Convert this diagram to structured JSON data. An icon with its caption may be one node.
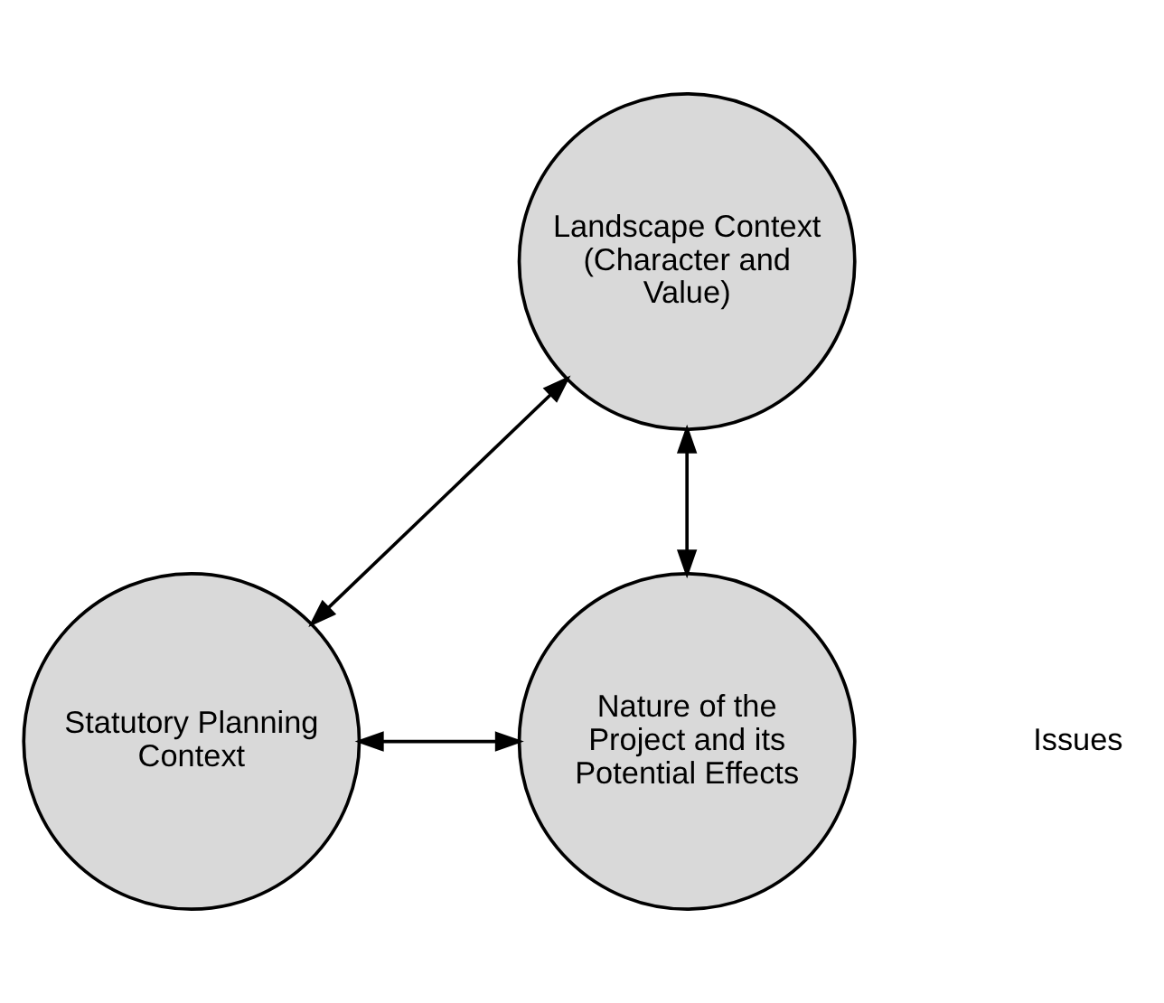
{
  "diagram": {
    "nodes": [
      {
        "text": [
          "Landscape Context (Character and Value)"
        ]
      },
      {
        "text": [
          "Statutory Planning Context"
        ]
      },
      {
        "text": [
          "Nature of the Project and its Potential Effects"
        ]
      }
    ],
    "edges": [
      {
        "from": 0,
        "to": 1,
        "arrow": "both"
      },
      {
        "from": 0,
        "to": 2,
        "arrow": "both"
      },
      {
        "from": 1,
        "to": 2,
        "arrow": "both"
      }
    ],
    "labels": [
      "Issues"
    ]
  }
}
